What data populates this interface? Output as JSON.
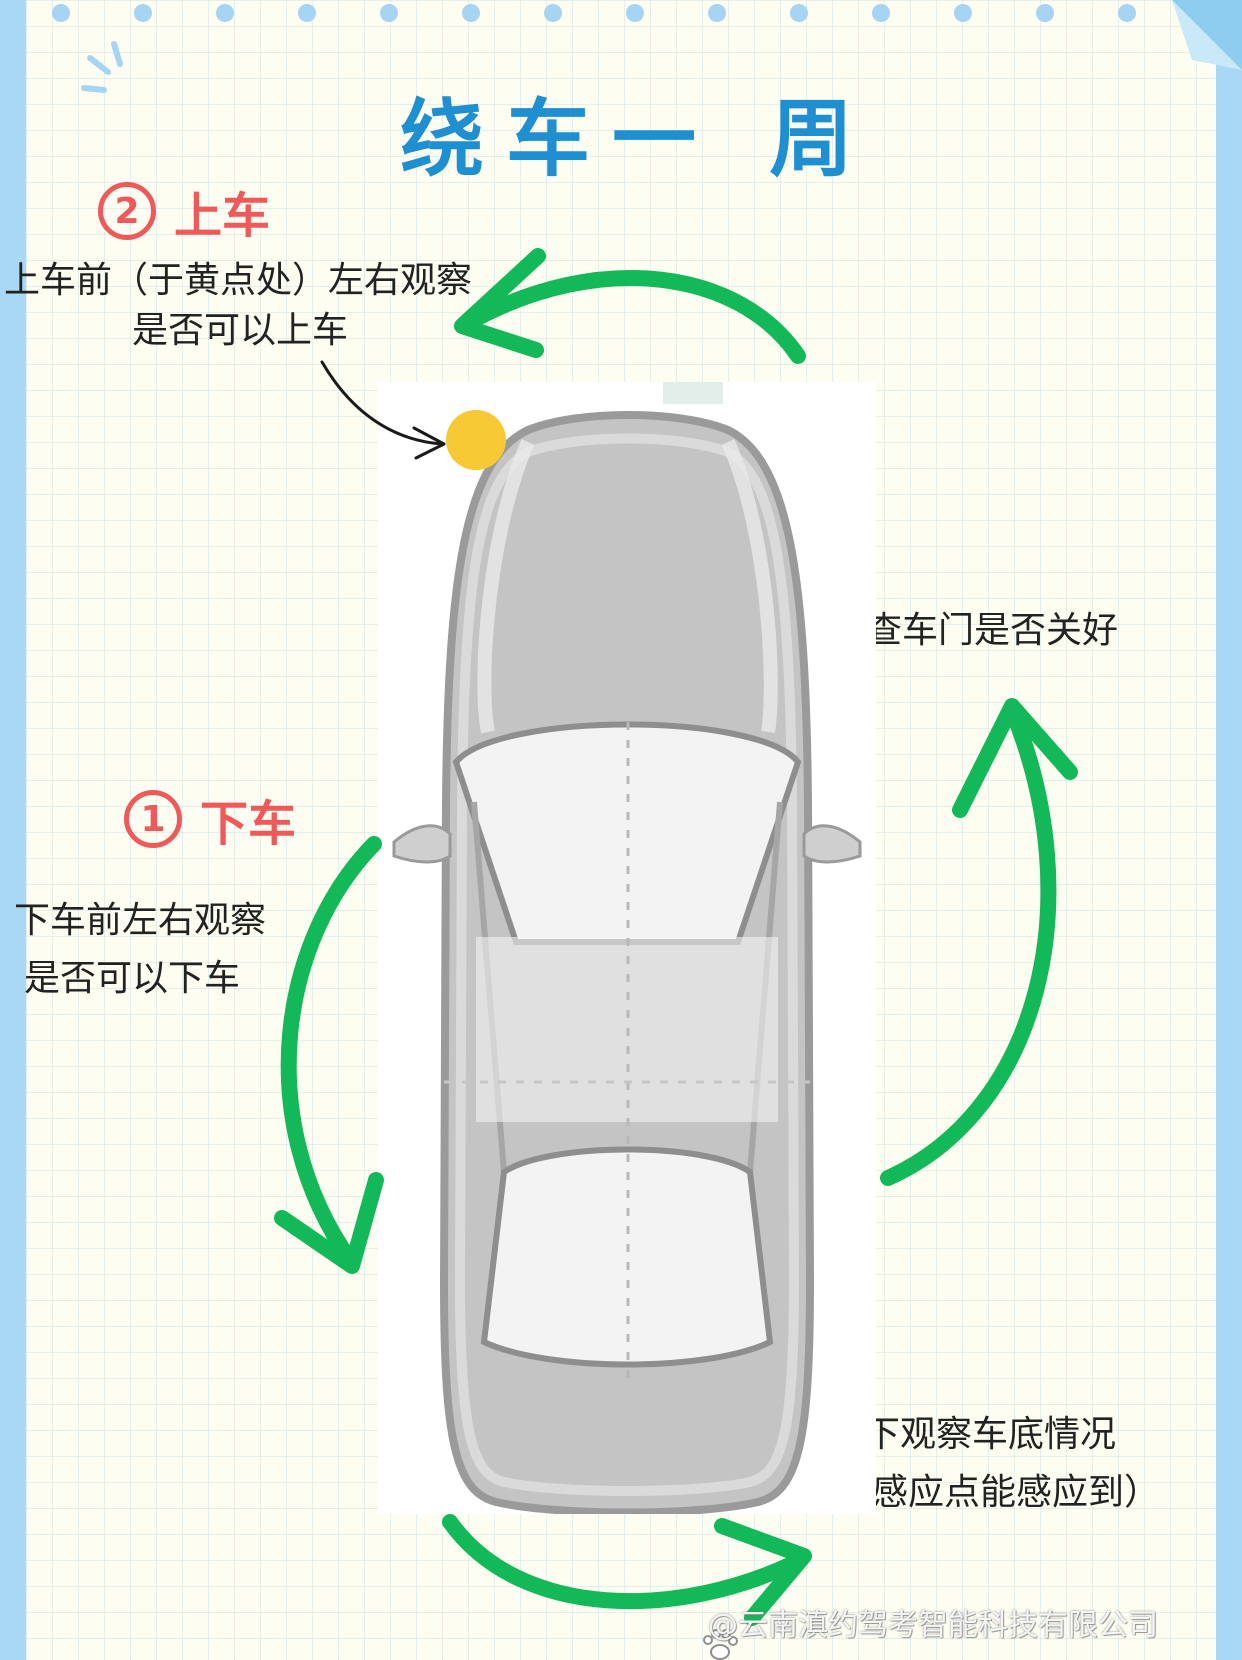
{
  "title": "绕车一 周",
  "steps": {
    "get_on": {
      "number": "2",
      "heading": "上车",
      "note_line1": "上车前（于黄点处）左右观察",
      "note_line2": "是否可以上车"
    },
    "get_off": {
      "number": "1",
      "heading": "下车",
      "note_line1": "下车前左右观察",
      "note_line2": "是否可以下车"
    }
  },
  "right_notes": {
    "check_doors": "检查车门是否关好",
    "under_car_line1": "蹲下观察车底情况",
    "under_car_line2": "（让感应点能感应到）"
  },
  "watermark": "@云南滇约驾考智能科技有限公司",
  "icons": {
    "car": "car-top-view-icon",
    "yellow_dot": "yellow-dot-marker",
    "arrows": "green-curved-arrow-icon",
    "pointer": "black-pointer-arrow-icon",
    "paw": "paw-icon"
  },
  "colors": {
    "title": "#1e8fd0",
    "step_heading": "#f0595a",
    "arrow": "#13b858",
    "yellow_dot": "#f7c935",
    "background_border": "#a9d8f5",
    "paper": "#fdfdf1"
  }
}
